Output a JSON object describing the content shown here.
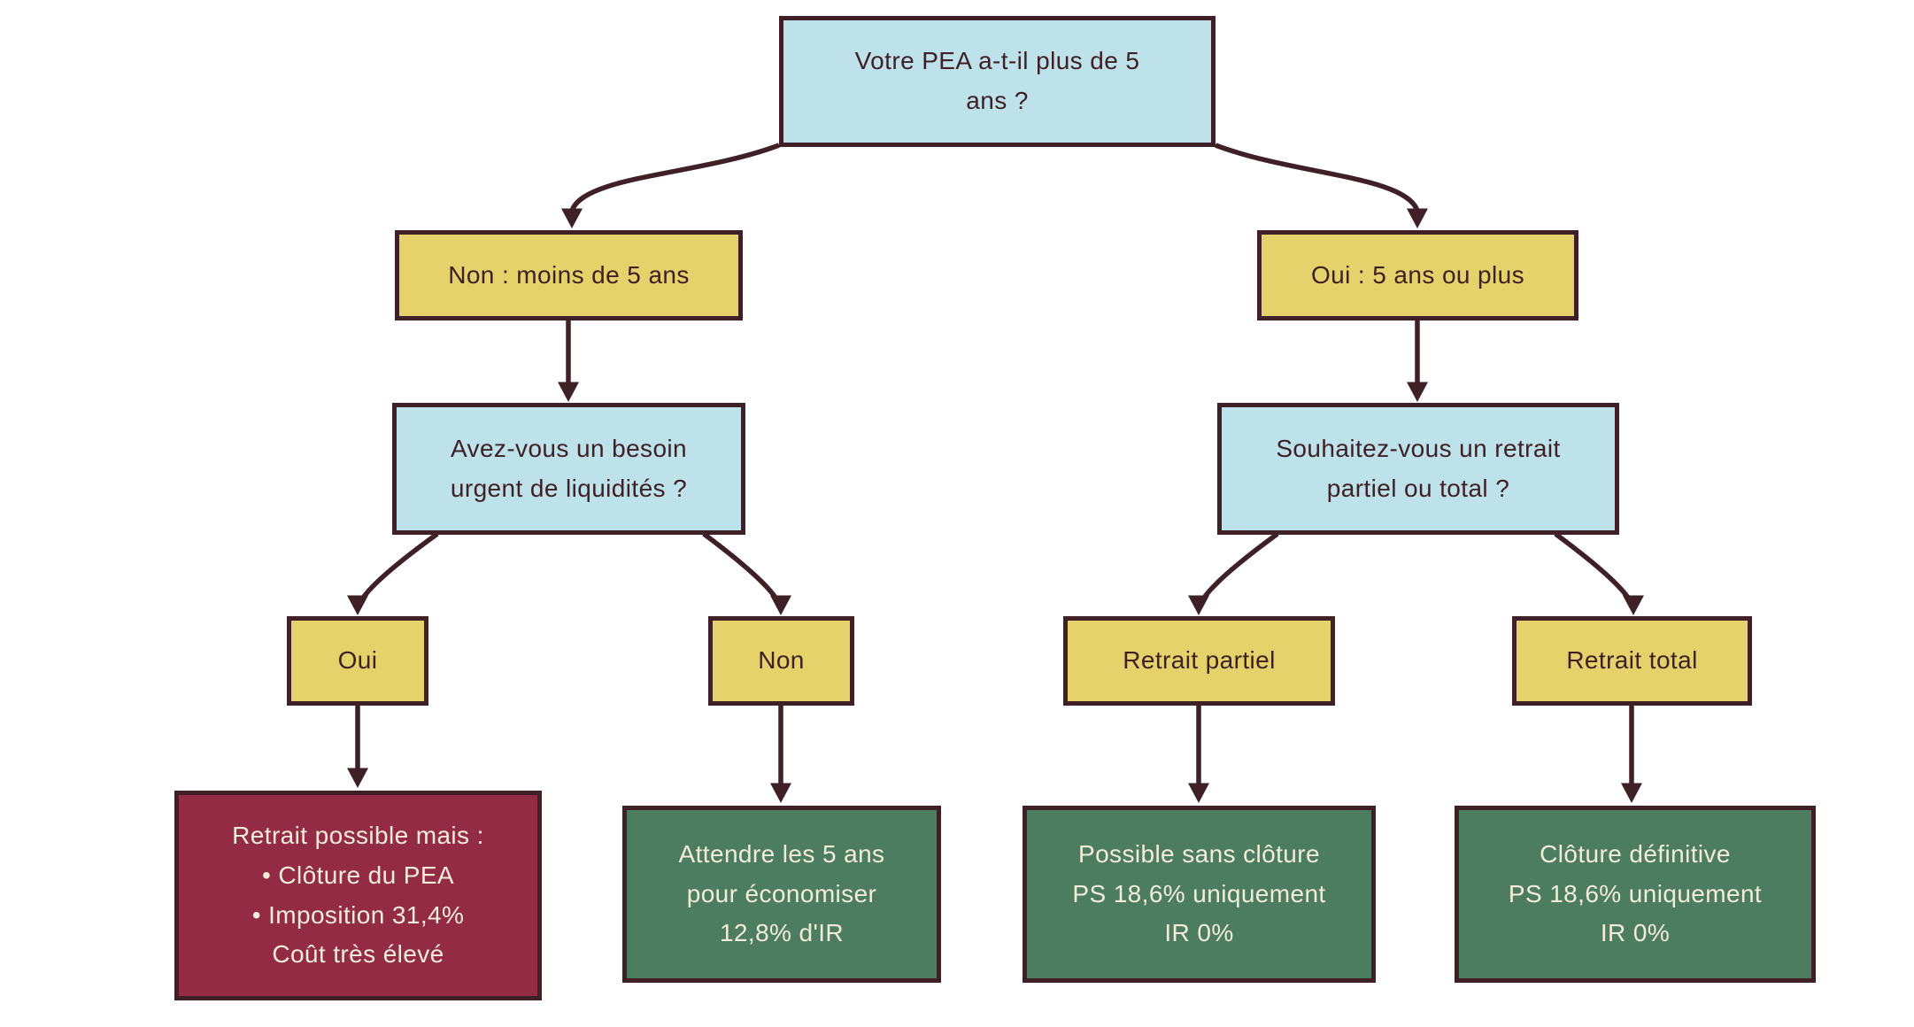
{
  "colors": {
    "question_fill": "#bee2e9",
    "choice_fill": "#e5d26a",
    "warning_fill": "#932b44",
    "positive_fill": "#4d7d60",
    "outline": "#3f2026",
    "text_light": "#f2ecdb"
  },
  "nodes": {
    "root": {
      "lines": [
        "Votre PEA a-t-il plus de 5",
        "ans ?"
      ]
    },
    "branch_non": {
      "label": "Non : moins de 5 ans"
    },
    "branch_oui": {
      "label": "Oui : 5 ans ou plus"
    },
    "q_liquidites": {
      "lines": [
        "Avez-vous un besoin",
        "urgent de liquidités ?"
      ]
    },
    "q_retrait": {
      "lines": [
        "Souhaitez-vous un retrait",
        "partiel ou total ?"
      ]
    },
    "choice_oui": {
      "label": "Oui"
    },
    "choice_non": {
      "label": "Non"
    },
    "choice_partiel": {
      "label": "Retrait partiel"
    },
    "choice_total": {
      "label": "Retrait total"
    },
    "outcome_retrait_anticipe": {
      "lines": [
        "Retrait possible mais :",
        "• Clôture du PEA",
        "• Imposition 31,4%",
        "Coût très élevé"
      ]
    },
    "outcome_attendre": {
      "lines": [
        "Attendre les 5 ans",
        "pour économiser",
        "12,8% d'IR"
      ]
    },
    "outcome_partiel": {
      "lines": [
        "Possible sans clôture",
        "PS 18,6% uniquement",
        "IR 0%"
      ]
    },
    "outcome_total": {
      "lines": [
        "Clôture définitive",
        "PS 18,6% uniquement",
        "IR 0%"
      ]
    }
  }
}
